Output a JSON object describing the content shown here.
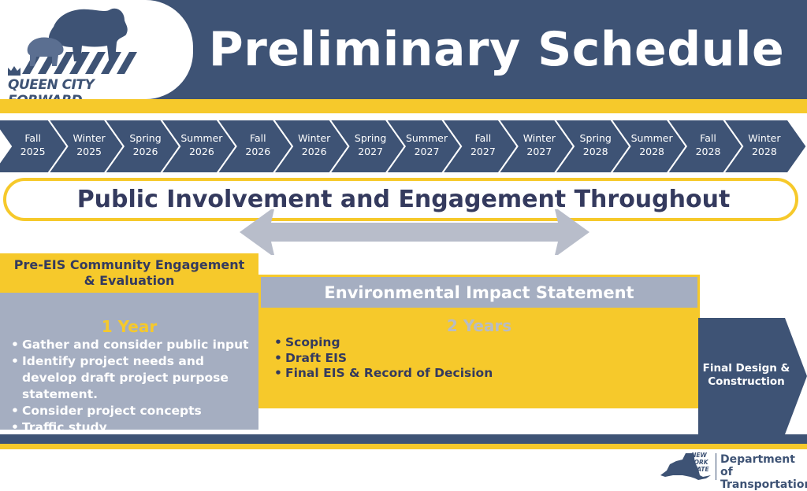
{
  "header": {
    "title": "Preliminary Schedule",
    "logo_text": "QUEEN CITY FORWARD"
  },
  "timeline": [
    {
      "season": "Fall",
      "year": "2025"
    },
    {
      "season": "Winter",
      "year": "2025"
    },
    {
      "season": "Spring",
      "year": "2026"
    },
    {
      "season": "Summer",
      "year": "2026"
    },
    {
      "season": "Fall",
      "year": "2026"
    },
    {
      "season": "Winter",
      "year": "2026"
    },
    {
      "season": "Spring",
      "year": "2027"
    },
    {
      "season": "Summer",
      "year": "2027"
    },
    {
      "season": "Fall",
      "year": "2027"
    },
    {
      "season": "Winter",
      "year": "2027"
    },
    {
      "season": "Spring",
      "year": "2028"
    },
    {
      "season": "Summer",
      "year": "2028"
    },
    {
      "season": "Fall",
      "year": "2028"
    },
    {
      "season": "Winter",
      "year": "2028"
    }
  ],
  "public_involvement": {
    "title": "Public Involvement and Engagement Throughout"
  },
  "pre_eis": {
    "title": "Pre-EIS Community Engagement & Evaluation",
    "duration": "1 Year",
    "bullets": [
      "Gather and consider public input",
      "Identify project needs and develop draft project purpose statement.",
      "Consider project concepts",
      "Traffic study"
    ]
  },
  "eis": {
    "title": "Environmental Impact Statement",
    "duration": "2 Years",
    "bullets": [
      "Scoping",
      "Draft EIS",
      "Final EIS & Record of Decision"
    ]
  },
  "final_phase": {
    "label": "Final Design & Construction"
  },
  "footer": {
    "state_line1": "NEW",
    "state_line2": "YORK",
    "state_line3": "STATE",
    "dept_line1": "Department of",
    "dept_line2": "Transportation"
  },
  "colors": {
    "navy": "#3e5375",
    "gold": "#f6c92b",
    "gray": "#a5aec1",
    "dark_text": "#343a5e"
  }
}
